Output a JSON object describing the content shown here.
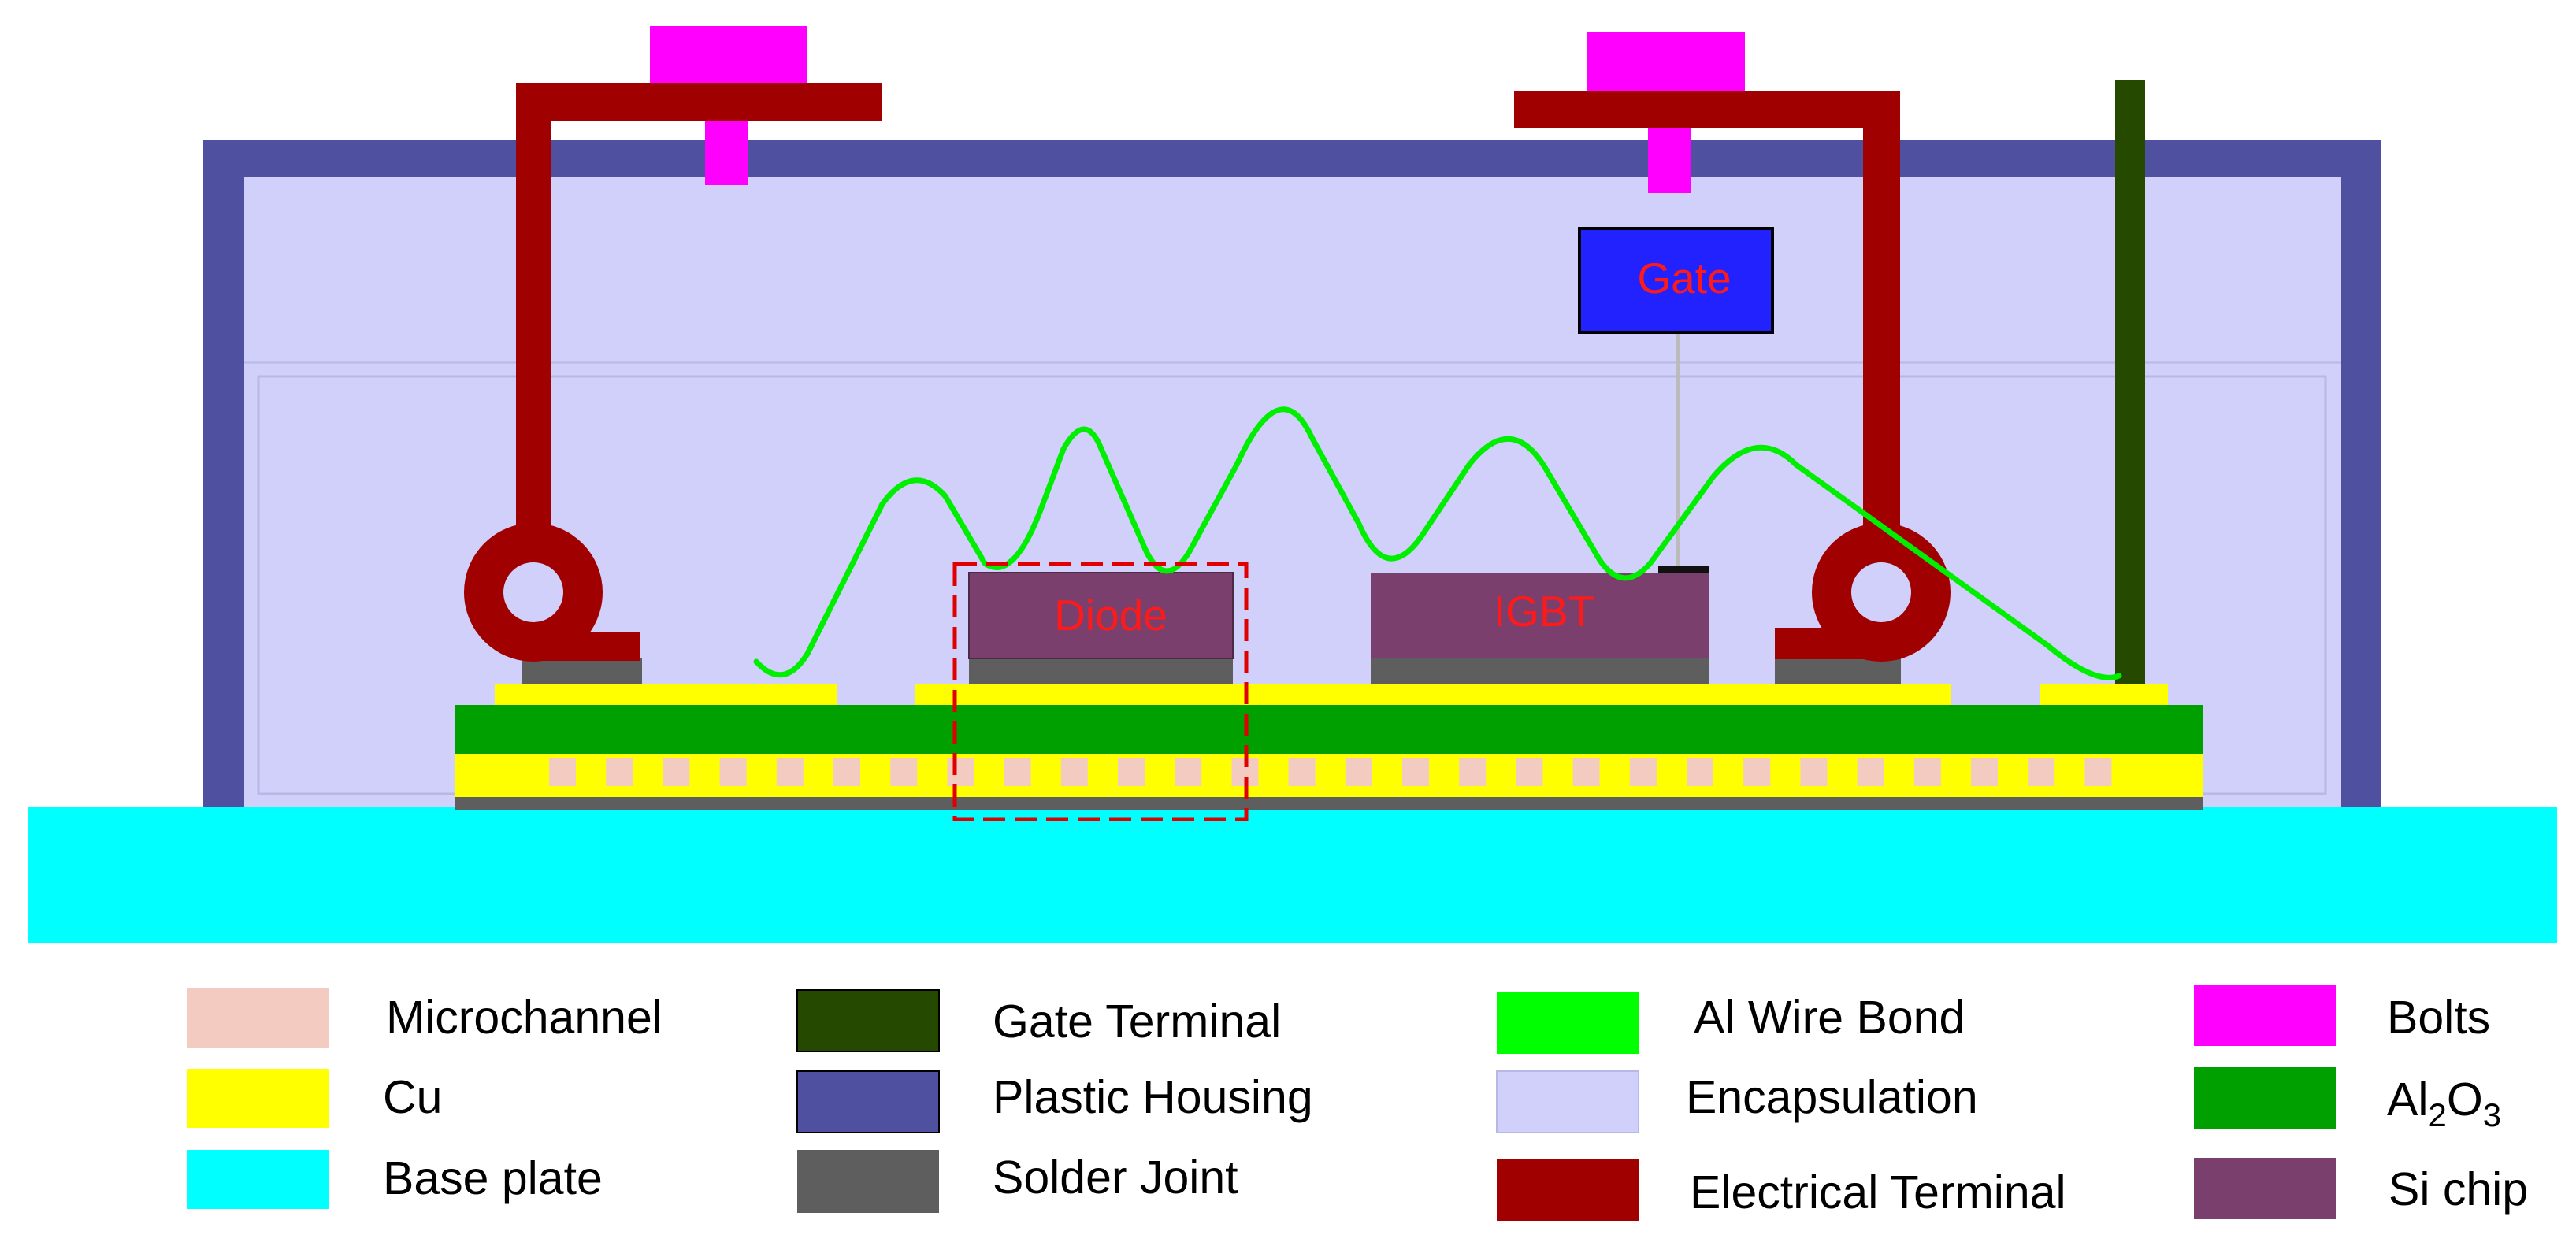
{
  "labels": {
    "gate": "Gate",
    "diode": "Diode",
    "igbt": "IGBT"
  },
  "legend": [
    {
      "label": "Microchannel",
      "color": "#f4cbc1"
    },
    {
      "label": "Cu",
      "color": "#ffff00"
    },
    {
      "label": "Base plate",
      "color": "#00ffff"
    },
    {
      "label": "Gate Terminal",
      "color": "#264900"
    },
    {
      "label": "Plastic Housing",
      "color": "#5050a0"
    },
    {
      "label": "Solder Joint",
      "color": "#5e5e5e"
    },
    {
      "label": "Al Wire Bond",
      "color": "#00ff00"
    },
    {
      "label": "Encapsulation",
      "color": "#d0d0fb"
    },
    {
      "label": "Electrical Terminal",
      "color": "#a00000"
    },
    {
      "label": "Bolts",
      "color": "#ff00ff"
    },
    {
      "label_main": "Al",
      "label_sub1": "2",
      "label_mid": "O",
      "label_sub2": "3",
      "color": "#00a000"
    },
    {
      "label": "Si chip",
      "color": "#7b3f6e"
    }
  ],
  "colors": {
    "highlight_box": "#e00000",
    "gate_box": "#2222ff",
    "gate_wire": "#bbbbbb"
  }
}
